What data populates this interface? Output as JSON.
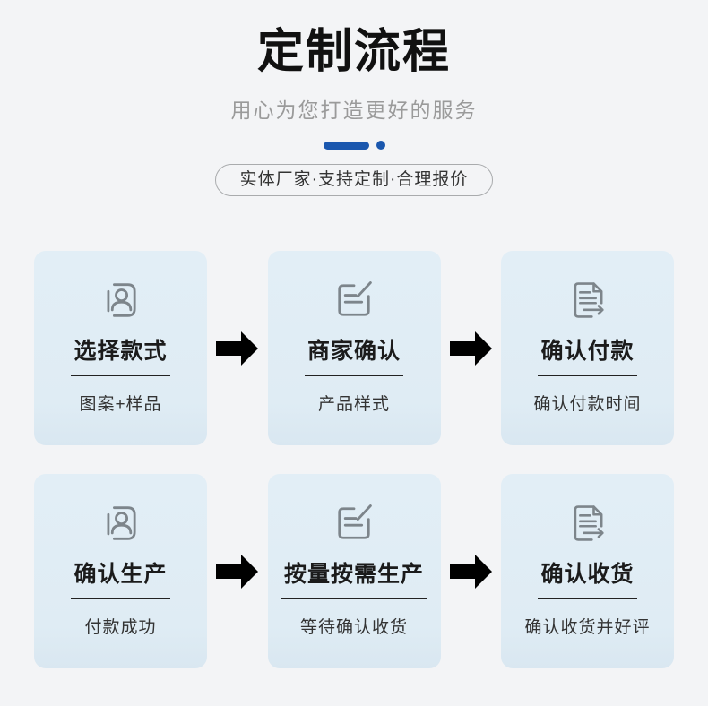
{
  "header": {
    "title": "定制流程",
    "subtitle": "用心为您打造更好的服务",
    "badge": "实体厂家·支持定制·合理报价"
  },
  "cards": [
    {
      "icon": "person-badge-icon",
      "title": "选择款式",
      "subtitle": "图案+样品"
    },
    {
      "icon": "edit-form-icon",
      "title": "商家确认",
      "subtitle": "产品样式"
    },
    {
      "icon": "document-arrow-icon",
      "title": "确认付款",
      "subtitle": "确认付款时间"
    },
    {
      "icon": "person-badge-icon",
      "title": "确认生产",
      "subtitle": "付款成功"
    },
    {
      "icon": "edit-form-icon",
      "title": "按量按需生产",
      "subtitle": "等待确认收货"
    },
    {
      "icon": "document-arrow-icon",
      "title": "确认收货",
      "subtitle": "确认收货并好评"
    }
  ],
  "colors": {
    "accent_blue": "#1a57ae",
    "card_background": "#dfecf4",
    "arrow_blue": "#c7dff0",
    "icon_gray": "#7d858b",
    "subtitle_gray": "#9a9a9a",
    "page_background": "#f3f4f6"
  }
}
